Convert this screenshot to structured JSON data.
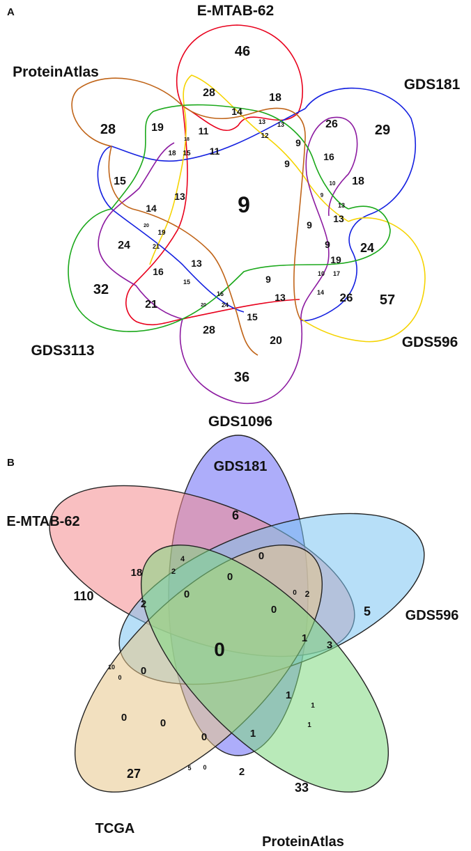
{
  "panel_a": {
    "tag": "A",
    "set_labels": [
      "E-MTAB-62",
      "GDS181",
      "GDS596",
      "GDS1096",
      "GDS3113",
      "ProteinAtlas"
    ],
    "set_colors": [
      "#e8001c",
      "#1420e0",
      "#f5d300",
      "#8c1aa0",
      "#1aa81a",
      "#c06418"
    ],
    "center": "9",
    "values": [
      "46",
      "28",
      "18",
      "14",
      "13",
      "13",
      "12",
      "9",
      "9",
      "11",
      "11",
      "19",
      "28",
      "15",
      "18",
      "15",
      "18",
      "13",
      "14",
      "26",
      "29",
      "16",
      "18",
      "10",
      "9",
      "13",
      "13",
      "9",
      "9",
      "24",
      "19",
      "17",
      "10",
      "14",
      "26",
      "57",
      "9",
      "13",
      "15",
      "20",
      "36",
      "28",
      "16",
      "24",
      "20",
      "13",
      "15",
      "21",
      "16",
      "32",
      "24",
      "21",
      "20",
      "19"
    ]
  },
  "panel_b": {
    "tag": "B",
    "set_labels": [
      "GDS181",
      "E-MTAB-62",
      "GDS596",
      "TCGA",
      "ProteinAtlas"
    ],
    "set_colors": [
      "#6a6af5",
      "#f48a8e",
      "#7cc4f2",
      "#e8c78a",
      "#7fd87f"
    ],
    "center": "0",
    "values": [
      "6",
      "110",
      "5",
      "27",
      "33",
      "0",
      "0",
      "0",
      "0",
      "18",
      "4",
      "2",
      "2",
      "0",
      "2",
      "1",
      "3",
      "1",
      "1",
      "1",
      "10",
      "0",
      "0",
      "0",
      "0",
      "0",
      "1",
      "2",
      "5",
      "0"
    ]
  }
}
